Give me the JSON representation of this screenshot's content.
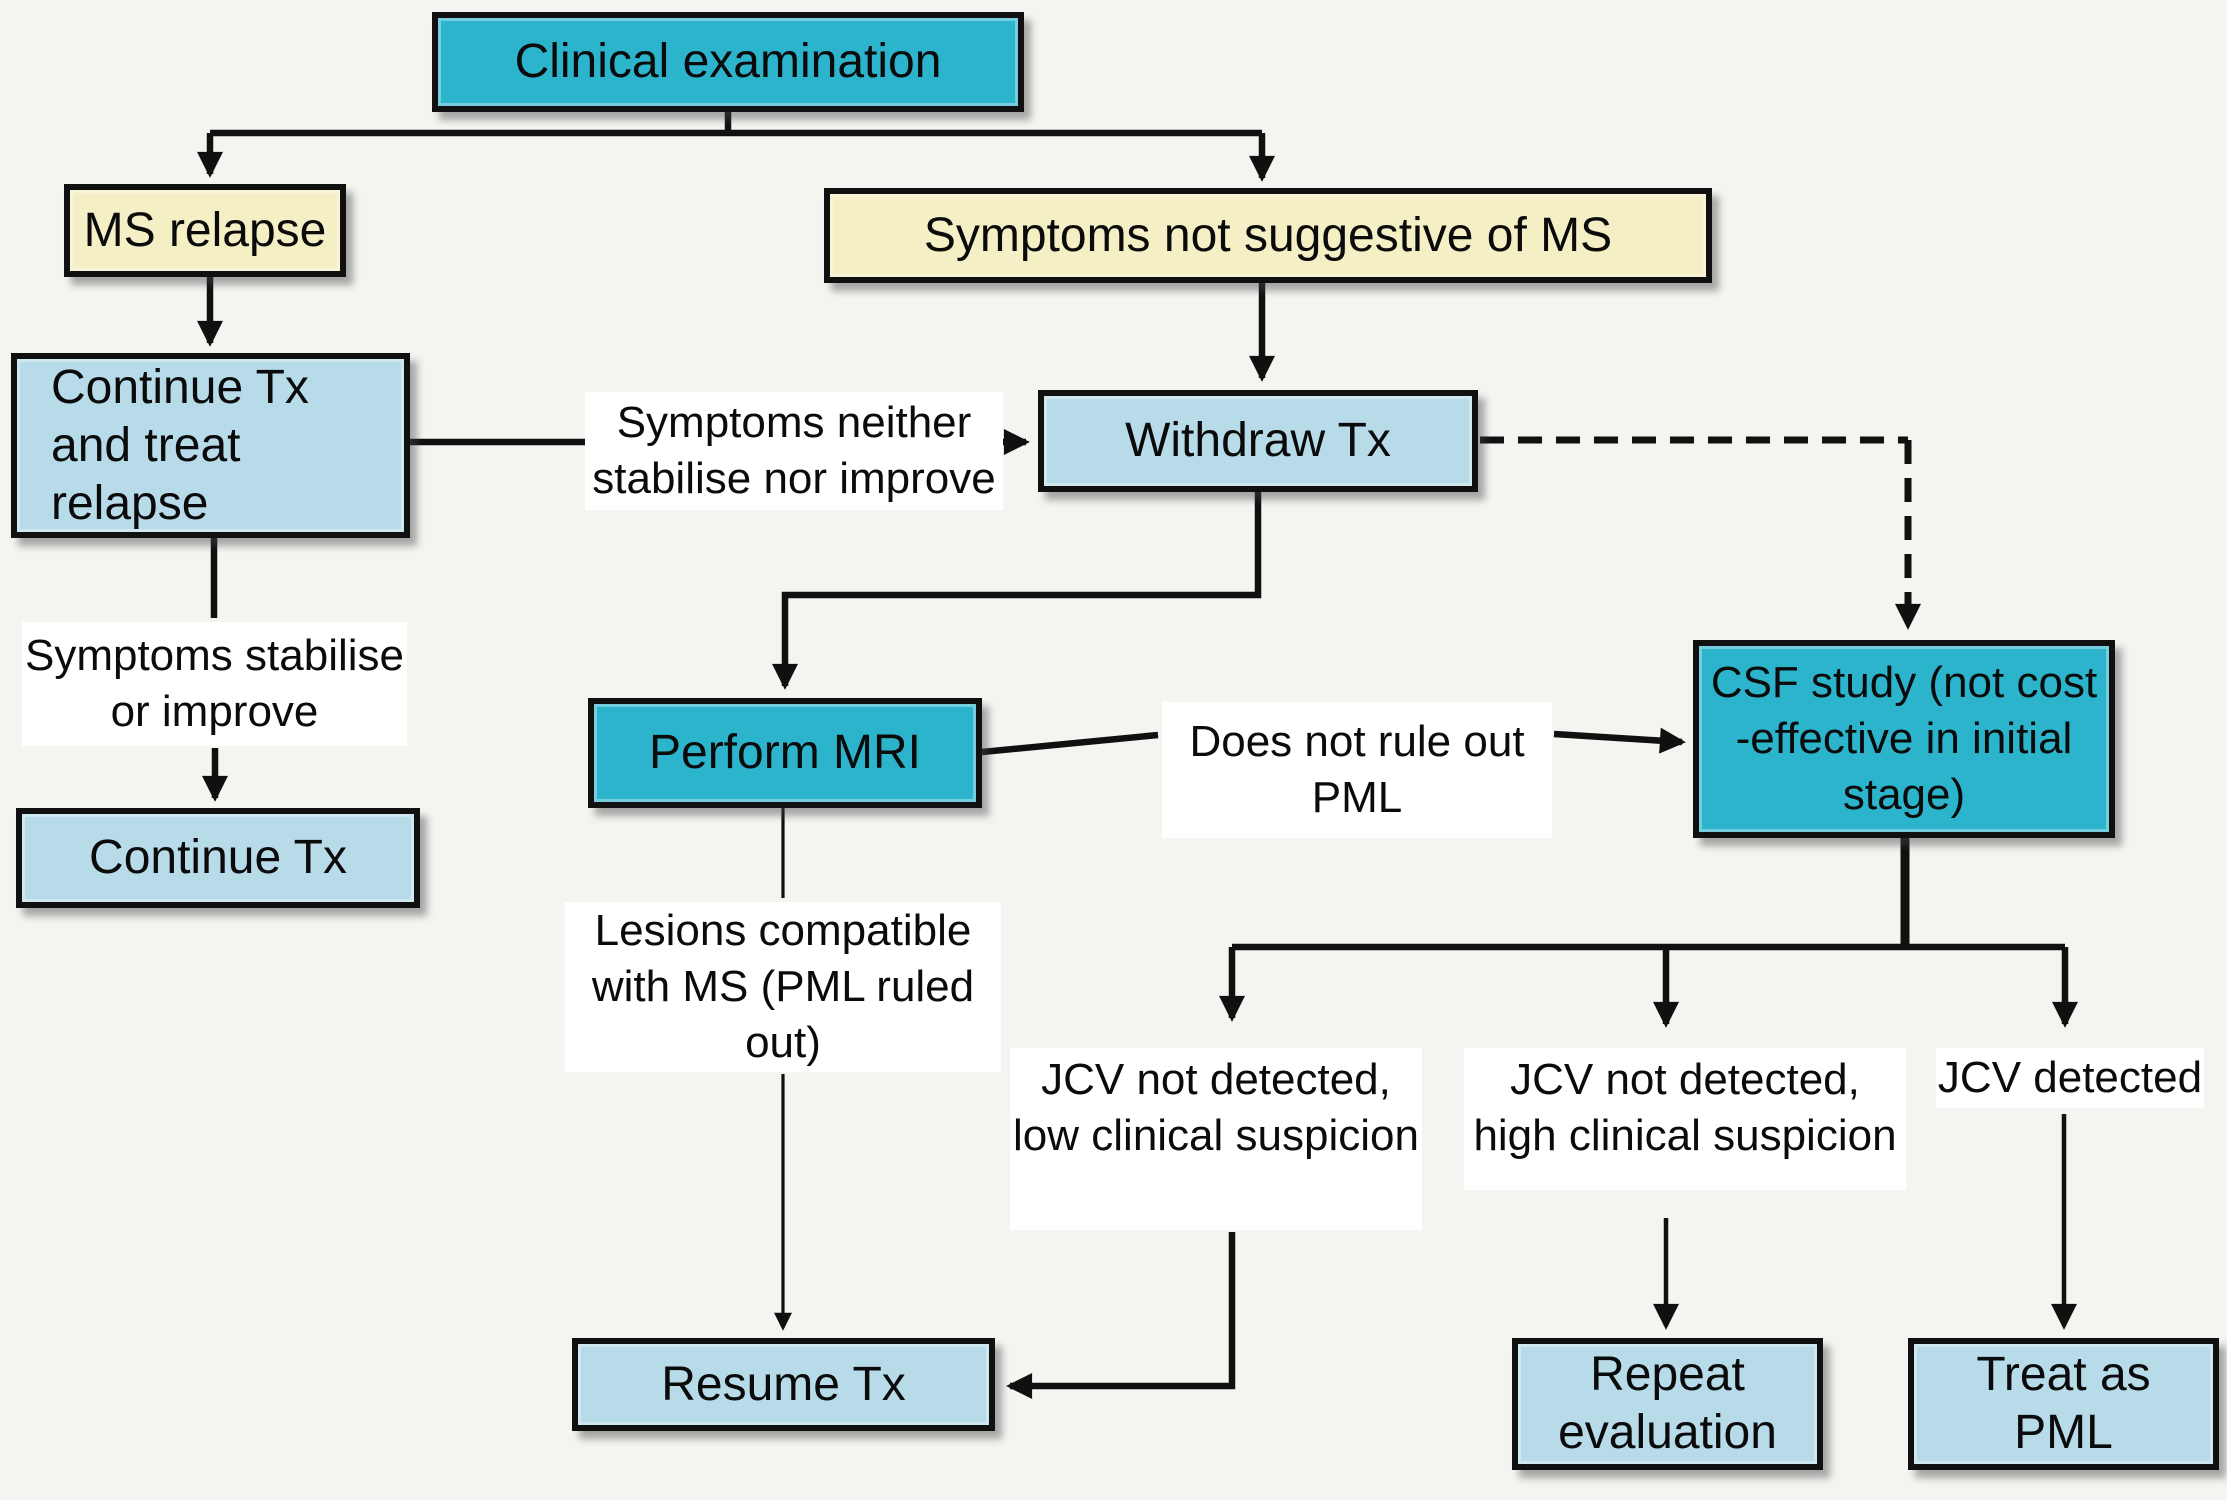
{
  "figure": {
    "type": "clinical-flowchart",
    "background": "#f4f4f1",
    "line_color": "#101010"
  },
  "colors": {
    "teal": "#2cb4cd",
    "yellow": "#f4efc5",
    "blue": "#b7dbe9",
    "label_bg": "#ffffff",
    "background": "#f4f4f1"
  },
  "nodes": {
    "clinical_examination": {
      "label": "Clinical examination",
      "color": "teal"
    },
    "ms_relapse": {
      "label": "MS relapse",
      "color": "yellow"
    },
    "symptoms_not_ms": {
      "label": "Symptoms not suggestive of MS",
      "color": "yellow"
    },
    "continue_tx_treat_relapse": {
      "label": "Continue Tx\nand treat relapse",
      "color": "blue"
    },
    "withdraw_tx": {
      "label": "Withdraw Tx",
      "color": "blue"
    },
    "continue_tx": {
      "label": "Continue Tx",
      "color": "blue"
    },
    "perform_mri": {
      "label": "Perform MRI",
      "color": "teal"
    },
    "csf_study": {
      "label": "CSF study (not cost\n-effective in initial\nstage)",
      "color": "teal"
    },
    "resume_tx": {
      "label": "Resume Tx",
      "color": "blue"
    },
    "repeat_evaluation": {
      "label": "Repeat\nevaluation",
      "color": "blue"
    },
    "treat_as_pml": {
      "label": "Treat as\nPML",
      "color": "blue"
    }
  },
  "edge_labels": {
    "symptoms_neither": "Symptoms neither\nstabilise nor improve",
    "symptoms_stabilise": "Symptoms stabilise\nor improve",
    "does_not_rule_out_pml": "Does not rule out\nPML",
    "lesions_compatible": "Lesions compatible\nwith MS (PML ruled\nout)",
    "jcv_not_detected_low": "JCV not detected,\nlow clinical suspicion",
    "jcv_not_detected_high": "JCV not detected,\nhigh clinical suspicion",
    "jcv_detected": "JCV detected"
  }
}
